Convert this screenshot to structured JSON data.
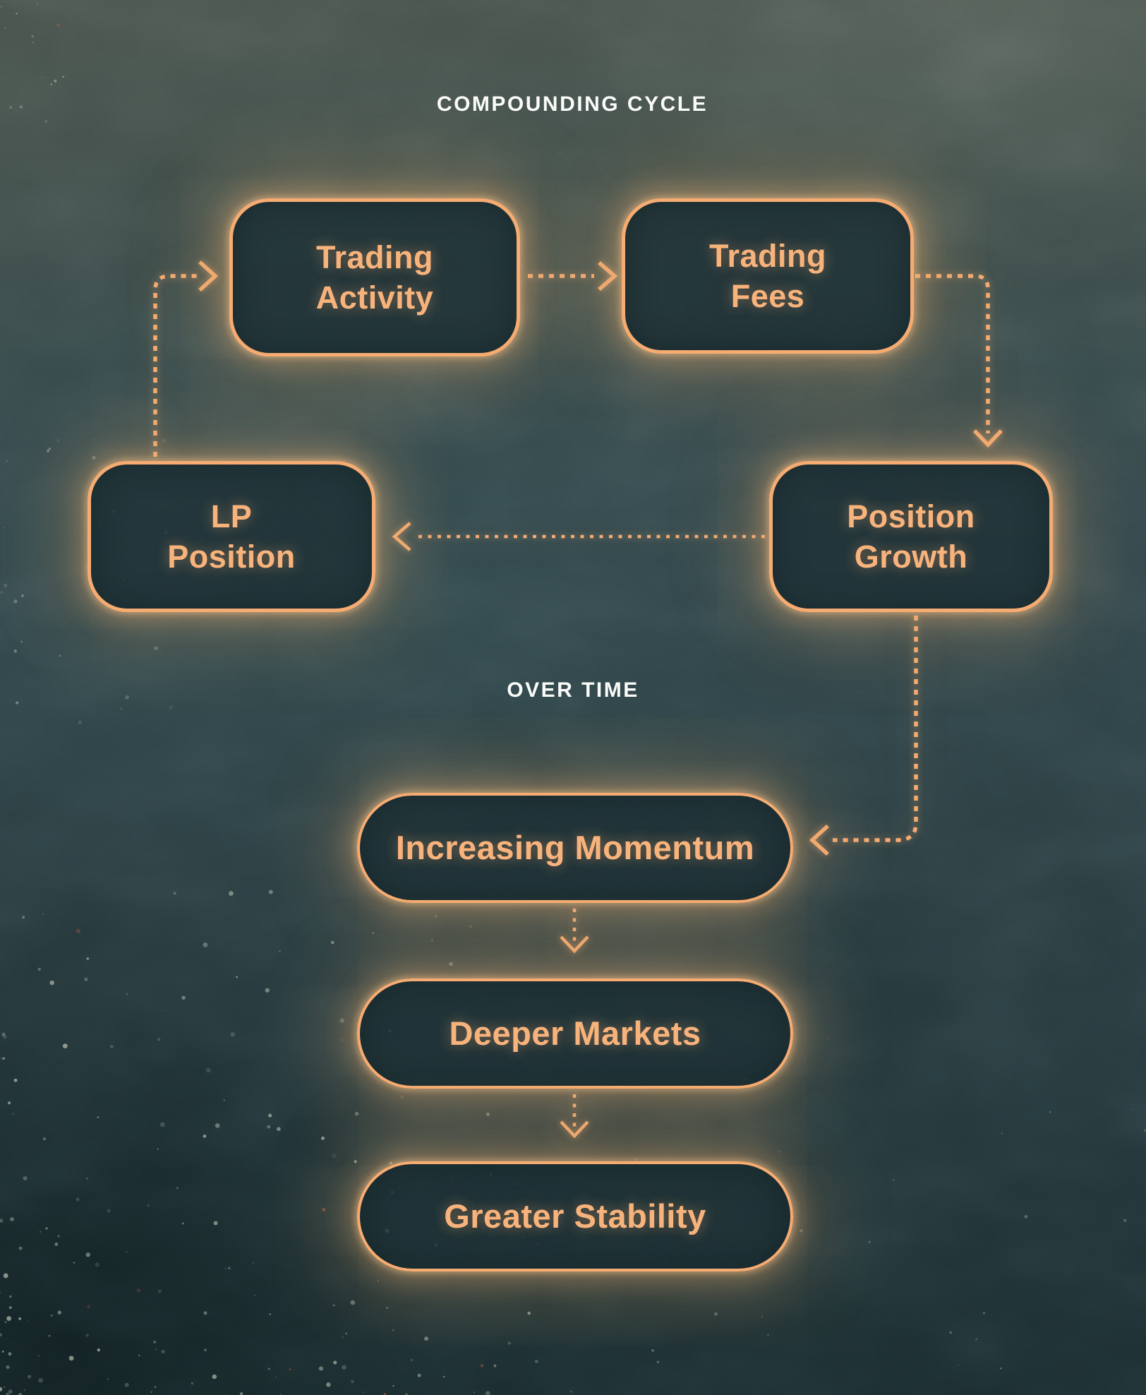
{
  "title": "COMPOUNDING CYCLE",
  "section_label": "OVER TIME",
  "colors": {
    "accent": "#F6A86D",
    "node_text": "#F8B077",
    "label_text": "#FFFFFF",
    "background_top": "#48524C",
    "background_bottom": "#1A2B2E",
    "node_fill": "#24393D"
  },
  "cycle": {
    "nodes": [
      {
        "id": "trading-activity",
        "line1": "Trading",
        "line2": "Activity"
      },
      {
        "id": "trading-fees",
        "line1": "Trading",
        "line2": "Fees"
      },
      {
        "id": "position-growth",
        "line1": "Position",
        "line2": "Growth"
      },
      {
        "id": "lp-position",
        "line1": "LP",
        "line2": "Position"
      }
    ],
    "edges": [
      {
        "from": "trading-activity",
        "to": "trading-fees"
      },
      {
        "from": "trading-fees",
        "to": "position-growth"
      },
      {
        "from": "position-growth",
        "to": "lp-position"
      },
      {
        "from": "lp-position",
        "to": "trading-activity"
      }
    ]
  },
  "progression": {
    "nodes": [
      {
        "id": "increasing-momentum",
        "label": "Increasing Momentum"
      },
      {
        "id": "deeper-markets",
        "label": "Deeper Markets"
      },
      {
        "id": "greater-stability",
        "label": "Greater Stability"
      }
    ],
    "edges": [
      {
        "from": "position-growth",
        "to": "increasing-momentum"
      },
      {
        "from": "increasing-momentum",
        "to": "deeper-markets"
      },
      {
        "from": "deeper-markets",
        "to": "greater-stability"
      }
    ]
  }
}
